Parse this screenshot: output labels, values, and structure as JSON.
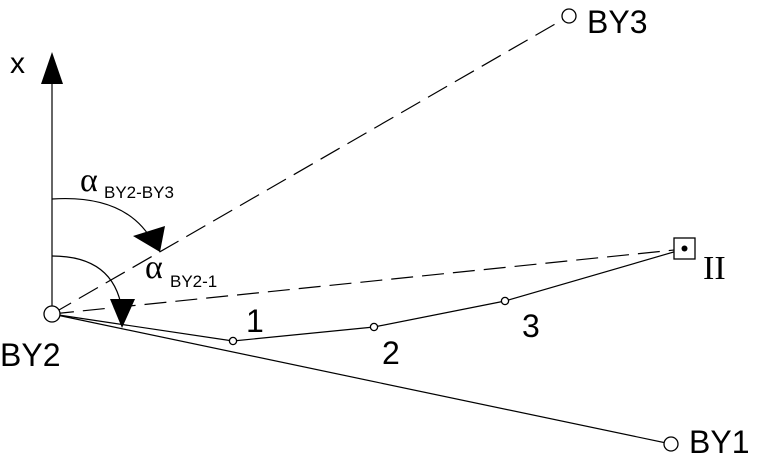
{
  "axis": {
    "label": "x"
  },
  "stations": {
    "by1": "BY1",
    "by2": "BY2",
    "by3": "BY3",
    "point_ii": "II"
  },
  "traverse_points": [
    "1",
    "2",
    "3"
  ],
  "angles": {
    "alpha_symbol": "α",
    "by2_by3_sub": "BY2-BY3",
    "by2_1_sub": "BY2-1"
  }
}
